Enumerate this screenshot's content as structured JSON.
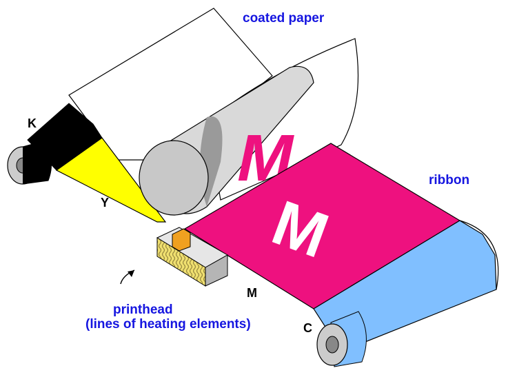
{
  "labels": {
    "coated_paper": "coated paper",
    "ribbon": "ribbon",
    "printhead_line1": "printhead",
    "printhead_line2": "(lines of heating elements)",
    "panel_k": "K",
    "panel_y": "Y",
    "panel_m": "M",
    "panel_c": "C"
  },
  "glyphs": {
    "on_paper": "M",
    "on_ribbon": "M"
  },
  "colors": {
    "black_panel": "#000000",
    "yellow_panel": "#ffff00",
    "magenta_panel": "#ee117f",
    "cyan_panel": "#80bfff",
    "roller": "#c8c8c8",
    "paper": "#ffffff",
    "label_blue": "#1515e0",
    "heater_orange": "#f0a020",
    "printhead_yellow": "#f0e070"
  },
  "icons": [
    "arrow-icon"
  ]
}
